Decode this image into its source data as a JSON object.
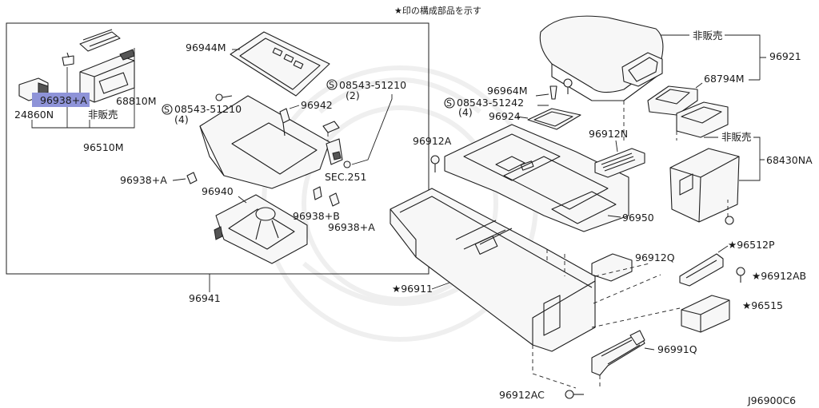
{
  "header_note": "★印の構成部品を示す",
  "diagram_code": "J96900C6",
  "labels": {
    "l_96944M": "96944M",
    "l_68810M": "68810M",
    "l_96938A_hl": "96938+A",
    "l_24860N": "24860N",
    "l_hihanbai1": "非販売",
    "l_96510M": "96510M",
    "l_08543_51210_top": "08543-51210",
    "l_qty2": "(2)",
    "l_08543_51210_mid": "08543-51210",
    "l_qty4a": "(4)",
    "l_96942": "96942",
    "l_96938A_mid": "96938+A",
    "l_sec251": "SEC.251",
    "l_96940": "96940",
    "l_96938B": "96938+B",
    "l_96938A_low": "96938+A",
    "l_96941": "96941",
    "l_hihanbai2": "非販売",
    "l_96921": "96921",
    "l_68794M": "68794M",
    "l_96964M": "96964M",
    "l_08543_51242": "08543-51242",
    "l_qty4b": "(4)",
    "l_96924": "96924",
    "l_96912A": "96912A",
    "l_96912N": "96912N",
    "l_hihanbai3": "非販売",
    "l_68430NA": "68430NA",
    "l_96950": "96950",
    "l_96512P": "★96512P",
    "l_96912Q": "96912Q",
    "l_96912AB": "★96912AB",
    "l_96911": "★96911",
    "l_96515": "★96515",
    "l_96991Q": "96991Q",
    "l_96912AC": "96912AC"
  },
  "colors": {
    "highlight": "#8e93d8",
    "line": "#1e1e1e",
    "background": "#ffffff"
  }
}
